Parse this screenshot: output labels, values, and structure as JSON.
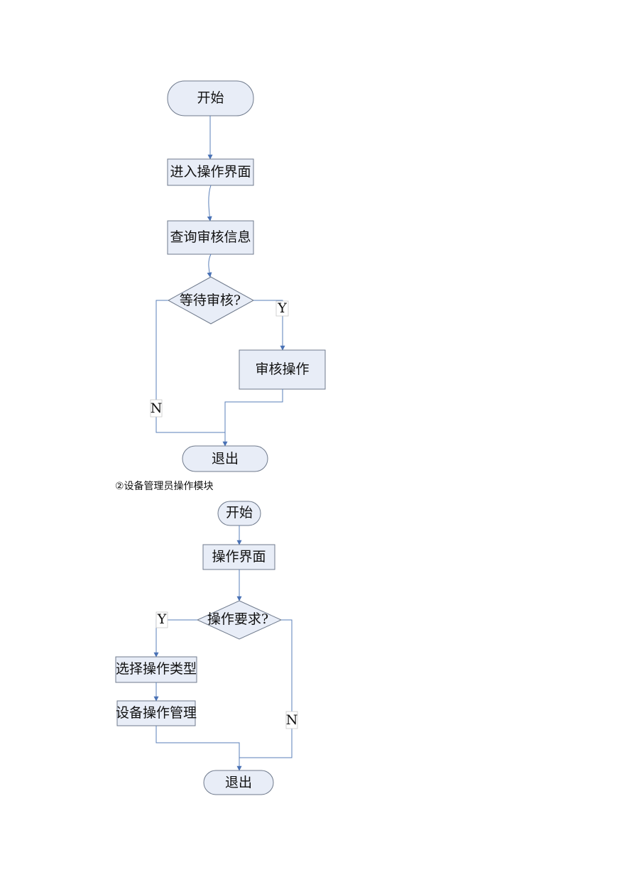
{
  "flowchart1": {
    "start": "开始",
    "enter_ui": "进入操作界面",
    "query": "查询审核信息",
    "decision": "等待审核?",
    "review": "审核操作",
    "exit": "退出",
    "yes": "Y",
    "no": "N"
  },
  "caption": "②设备管理员操作模块",
  "flowchart2": {
    "start": "开始",
    "ui": "操作界面",
    "decision": "操作要求?",
    "select_type": "选择操作类型",
    "device_mgmt": "设备操作管理",
    "exit": "退出",
    "yes": "Y",
    "no": "N"
  },
  "colors": {
    "node_fill": "#e8edf7",
    "node_stroke": "#6f7a8c",
    "connector": "#5a7fb8"
  }
}
